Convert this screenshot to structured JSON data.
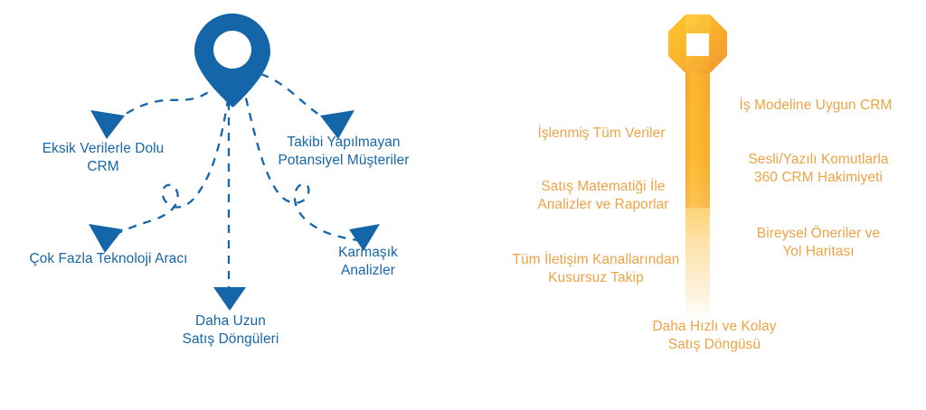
{
  "colors": {
    "blue": "#1566a8",
    "orange_text": "#eda344",
    "orange_light": "#fbc02a",
    "orange_deep": "#f29a2e",
    "background": "#ffffff"
  },
  "problems": {
    "icon_name": "location-pin-icon",
    "items": [
      {
        "name": "eksik-veriler",
        "line1": "Eksik Verilerle Dolu",
        "line2": "CRM"
      },
      {
        "name": "takibi-yapilmayan",
        "line1": "Takibi Yapılmayan",
        "line2": "Potansiyel Müşteriler"
      },
      {
        "name": "cok-fazla-teknoloji",
        "line1": "Çok Fazla Teknoloji Aracı",
        "line2": ""
      },
      {
        "name": "karmasik-analizler",
        "line1": "Karmaşık",
        "line2": "Analizler"
      },
      {
        "name": "daha-uzun-satis",
        "line1": "Daha Uzun",
        "line2": "Satış Döngüleri"
      }
    ]
  },
  "solutions": {
    "icon_name": "key-icon",
    "items": [
      {
        "name": "is-modeline-uygun-crm",
        "line1": "İş Modeline Uygun CRM",
        "line2": ""
      },
      {
        "name": "islenmis-tum-veriler",
        "line1": "İşlenmiş Tüm Veriler",
        "line2": ""
      },
      {
        "name": "sesli-yazili-komutlar",
        "line1": "Sesli/Yazılı Komutlarla",
        "line2": "360 CRM Hakimiyeti"
      },
      {
        "name": "satis-matematigi",
        "line1": "Satış Matematiği İle",
        "line2": "Analizler ve Raporlar"
      },
      {
        "name": "bireysel-oneriler",
        "line1": "Bireysel Öneriler ve",
        "line2": "Yol Haritası"
      },
      {
        "name": "tum-iletisim-kanallari",
        "line1": "Tüm İletişim Kanallarından",
        "line2": "Kusursuz Takip"
      },
      {
        "name": "daha-hizli-satis",
        "line1": "Daha Hızlı ve Kolay",
        "line2": "Satış Döngüsü"
      }
    ]
  }
}
